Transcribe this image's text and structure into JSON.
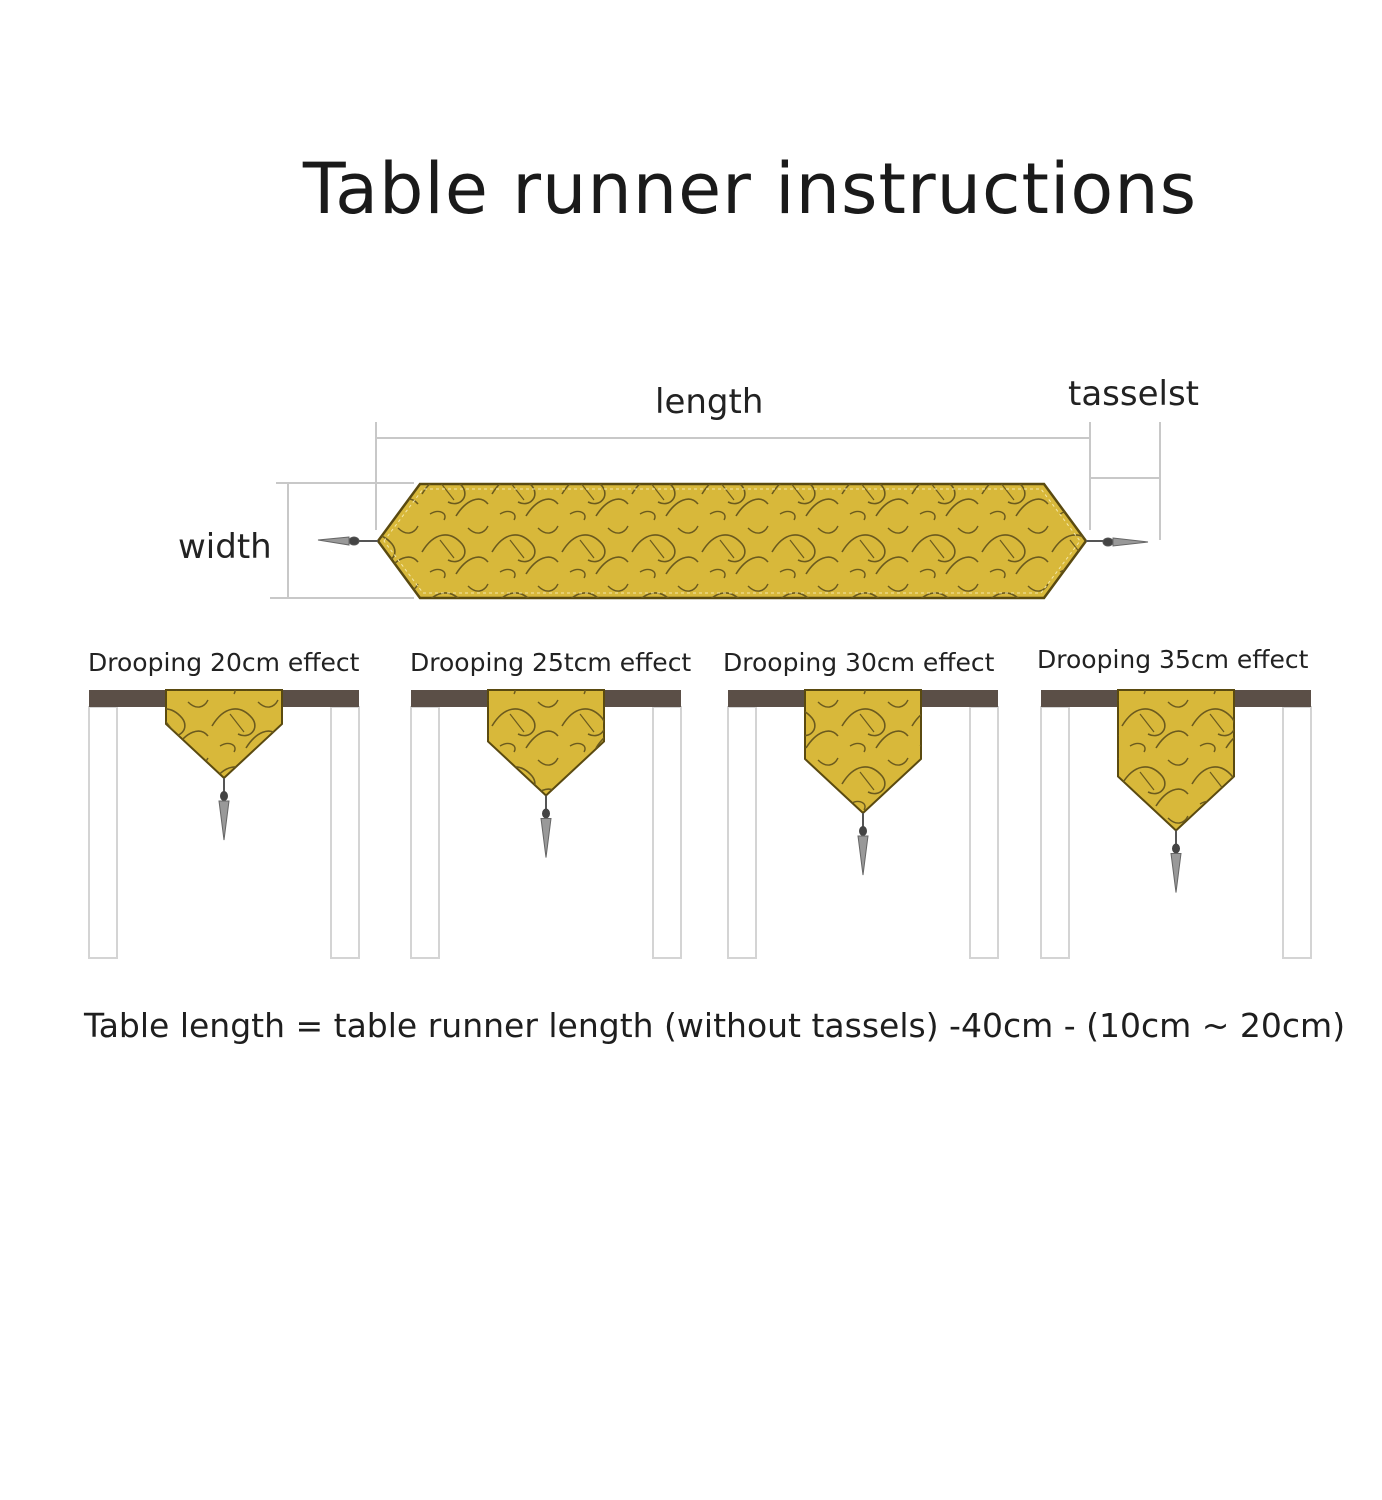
{
  "title": "Table runner instructions",
  "diagram": {
    "length_label": "length",
    "tassel_label": "tasselst",
    "width_label": "width"
  },
  "drooping": [
    {
      "label": "Drooping 20cm effect",
      "drop_cm": 20
    },
    {
      "label": "Drooping 25tcm effect",
      "drop_cm": 25
    },
    {
      "label": "Drooping 30cm effect",
      "drop_cm": 30
    },
    {
      "label": "Drooping 35cm effect",
      "drop_cm": 35
    }
  ],
  "formula": "Table length = table runner length (without tassels) -40cm - (10cm ~ 20cm)",
  "colors": {
    "runner_fill": "#d8b83a",
    "runner_stroke": "#5a4a10",
    "pattern": "#6b5a1e",
    "table_top": "#5b4f47",
    "table_leg_stroke": "#d4d4d4",
    "dimension_line": "#c8c8c8"
  }
}
